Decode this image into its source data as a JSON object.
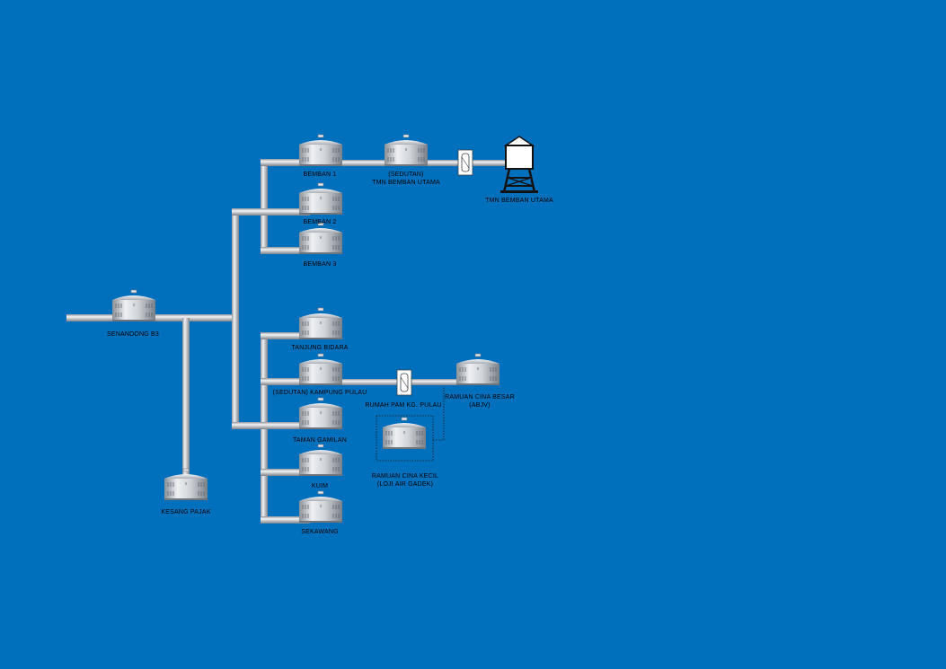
{
  "colors": {
    "background": "#0070bd",
    "pipe": "#c9cdd3",
    "tank": "#d6d9de"
  },
  "tanks": {
    "senandong": "SENANDONG B3",
    "kesang_pajak": "KESANG PAJAK",
    "bemban1": "BEMBAN 1",
    "bemban2": "BEMBAN 2",
    "bemban3": "BEMBAN 3",
    "tmn_bemban_sedutan_line1": "(SEDUTAN)",
    "tmn_bemban_sedutan_line2": "TMN BEMBAN UTAMA",
    "tanjung_bidara": "TANJUNG BIDARA",
    "kampung_pulau": "(SEDUTAN) KAMPUNG PULAU",
    "taman_gamilan": "TAMAN GAMILAN",
    "kuim": "KUIM",
    "sekawang": "SEKAWANG",
    "ramuan_china_besar_line1": "RAMUAN CINA BESAR",
    "ramuan_china_besar_line2": "(ABJV)",
    "ramuan_china_kecil_line1": "RAMUAN CINA KECIL",
    "ramuan_china_kecil_line2": "(LOJI AIR GADEK)"
  },
  "stations": {
    "rumah_pam": "RUMAH PAM KG. PULAU",
    "tmn_bemban_tower": "TMN BEMBAN UTAMA"
  },
  "icons": {
    "tank": "storage-tank-icon",
    "pump": "pump-station-icon",
    "tower": "water-tower-icon"
  }
}
